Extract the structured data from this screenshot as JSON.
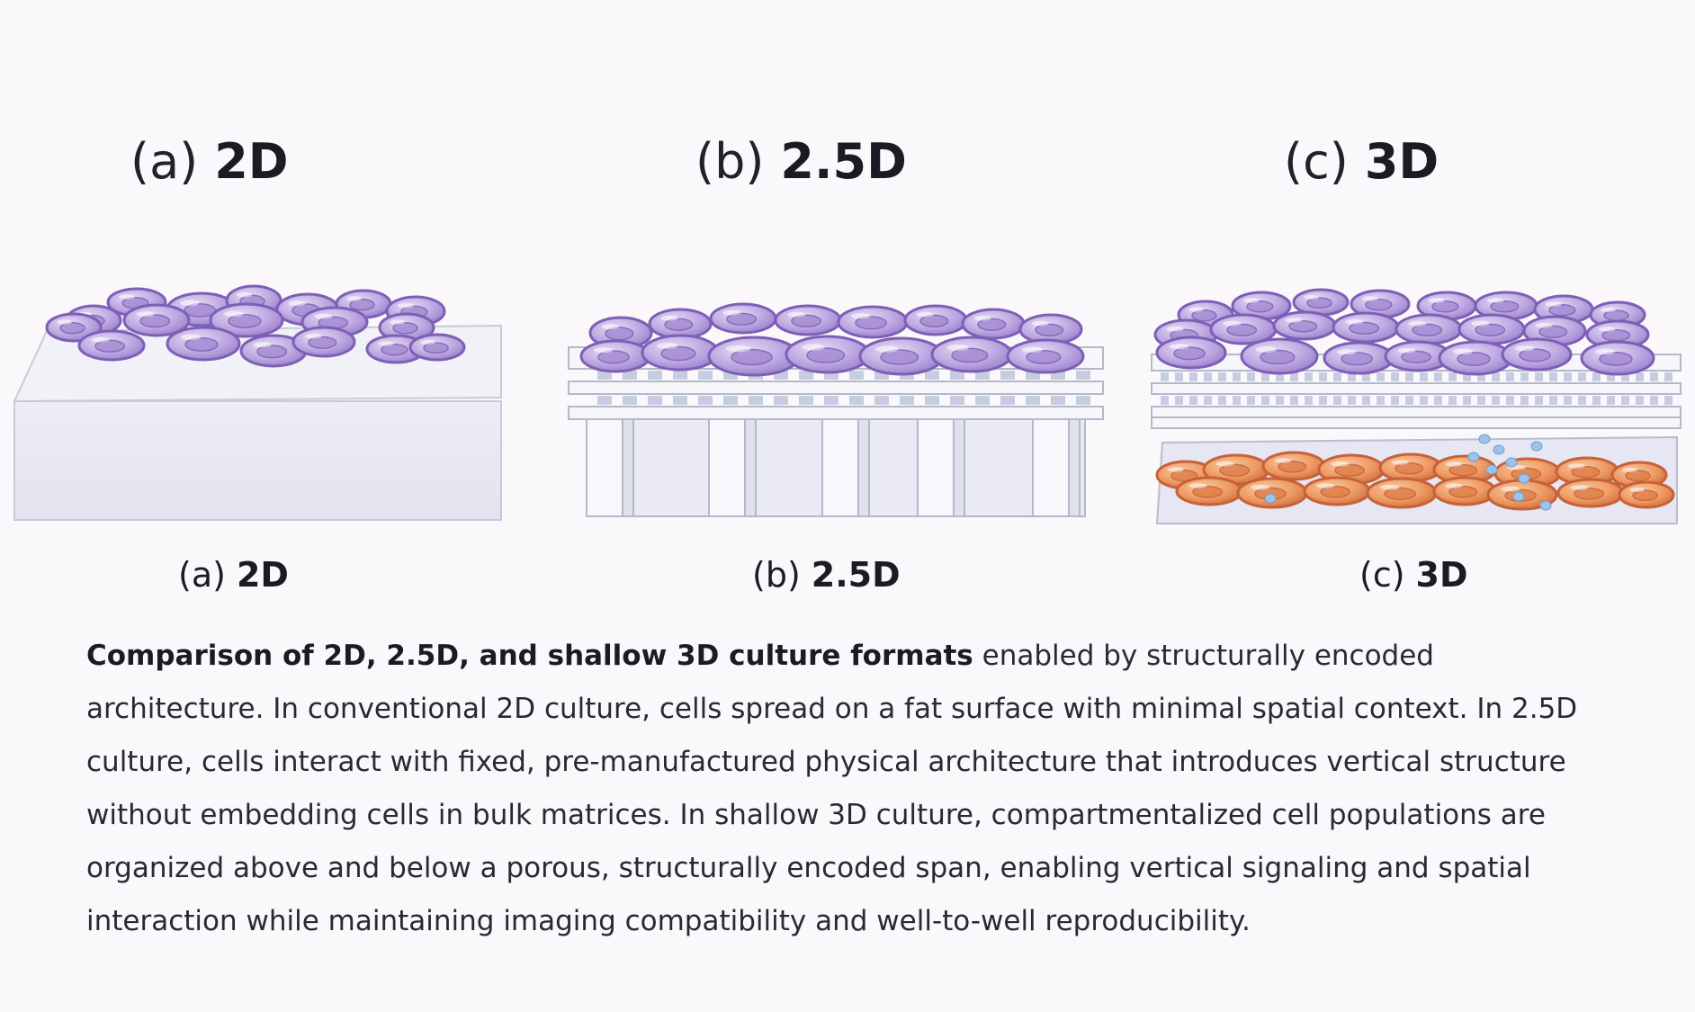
{
  "panels": [
    {
      "tag": "(a)",
      "dim": "2D"
    },
    {
      "tag": "(b)",
      "dim": "2.5D"
    },
    {
      "tag": "(c)",
      "dim": "3D"
    }
  ],
  "caption": {
    "lead": "Comparison of 2D, 2.5D, and shallow 3D culture formats",
    "body": "enabled by structurally encoded architecture. In conventional 2D culture, cells spread on a fat surface with minimal spatial context. In 2.5D culture, cells interact with fixed, pre-manufactured physical architecture that introduces vertical structure without embedding cells in bulk matrices. In shallow 3D culture, compartmentalized cell populations are organized above and below a porous, structurally encoded span, enabling vertical signaling and spatial interaction while maintaining imaging compatibility and well-to-well reproducibility."
  },
  "colors": {
    "cell_purple": "#b9a6df",
    "cell_purple_edge": "#7e5fb6",
    "cell_orange": "#ef9a63",
    "cell_orange_edge": "#c6623a",
    "scaffold": "#f4f4fa",
    "scaffold_edge": "#b4b8c8",
    "droplet": "#9cc3ea"
  }
}
